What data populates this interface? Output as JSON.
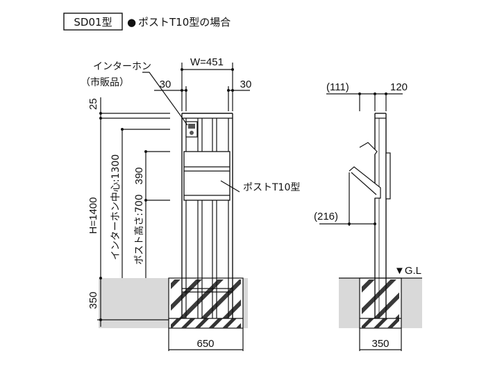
{
  "header": {
    "model_tag": "SD01型",
    "bullet": "●",
    "subtitle": "ポストT10型の場合"
  },
  "front_view": {
    "labels": {
      "intercom_line1": "インターホン",
      "intercom_line2": "（市販品）",
      "post_label": "ポストT10型"
    },
    "dims": {
      "width": "W=451",
      "side_left": "30",
      "side_right": "30",
      "top_offset": "25",
      "height": "H=1400",
      "intercom_center": "インターホン中心:1300",
      "post_height": "ポスト高さ:700",
      "mid": "390",
      "foundation_depth": "350",
      "foundation_width": "650"
    }
  },
  "side_view": {
    "dims": {
      "top_left": "(111)",
      "top_right": "120",
      "projection": "(216)",
      "foundation_width": "350"
    },
    "ground_label": "▼G.L"
  },
  "colors": {
    "line": "#111111",
    "soil": "#d9d9d9",
    "hatch": "#444444",
    "background": "#ffffff"
  }
}
